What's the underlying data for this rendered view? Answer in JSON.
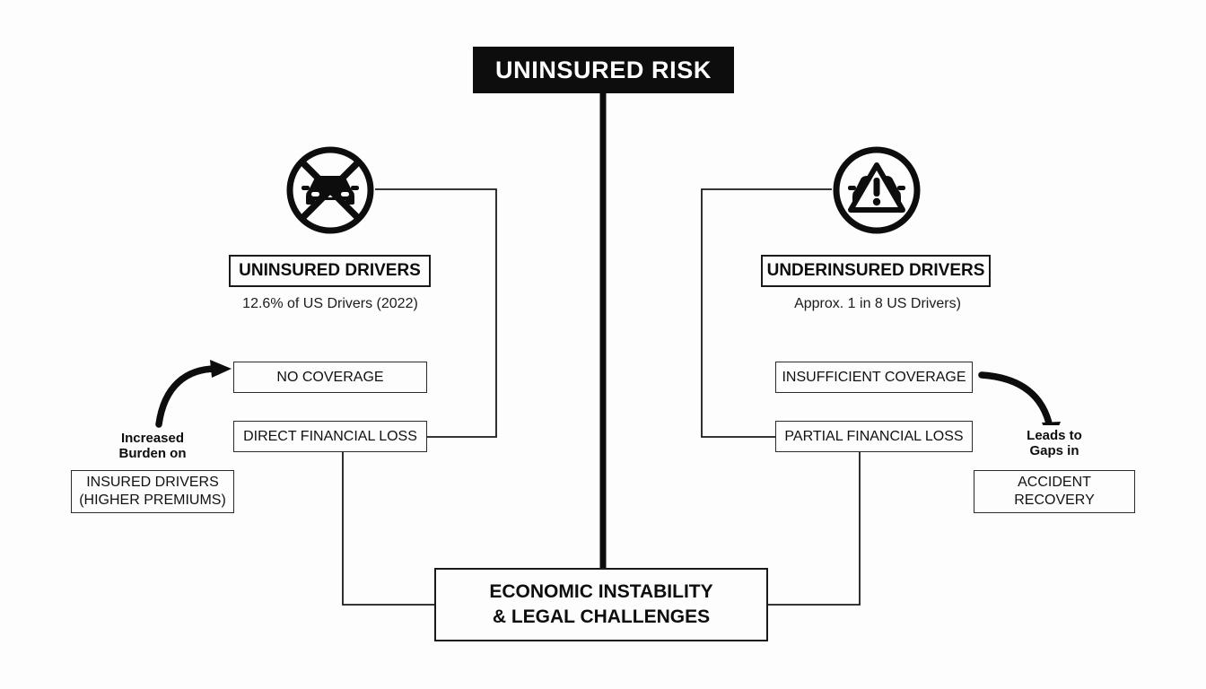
{
  "diagram": {
    "title": "UNINSURED RISK",
    "background_color": "#fdfdfd",
    "ink_color": "#0d0d0d",
    "banner_bg": "#0d0d0d",
    "banner_text_color": "#ffffff"
  },
  "branches": {
    "left": {
      "icon": "no-car-icon",
      "heading": "UNINSURED DRIVERS",
      "caption": "12.6% of US Drivers (2022)",
      "step_one": "NO COVERAGE",
      "step_two": "DIRECT FINANCIAL LOSS",
      "annotation": "Increased\nBurden on",
      "annotation_line_1": "Increased",
      "annotation_line_2": "Burden on",
      "outcome_line_1": "INSURED DRIVERS",
      "outcome_line_2": "(HIGHER PREMIUMS)"
    },
    "right": {
      "icon": "car-warning-icon",
      "heading": "UNDERINSURED DRIVERS",
      "caption": "Approx. 1 in 8 US Drivers)",
      "step_one": "INSUFFICIENT COVERAGE",
      "step_two": "PARTIAL FINANCIAL LOSS",
      "annotation_line_1": "Leads to",
      "annotation_line_2": "Gaps in",
      "outcome_line_1": "ACCIDENT",
      "outcome_line_2": "RECOVERY"
    }
  },
  "outcome": {
    "line_1": "ECONOMIC INSTABILITY",
    "line_2": "& LEGAL CHALLENGES"
  }
}
